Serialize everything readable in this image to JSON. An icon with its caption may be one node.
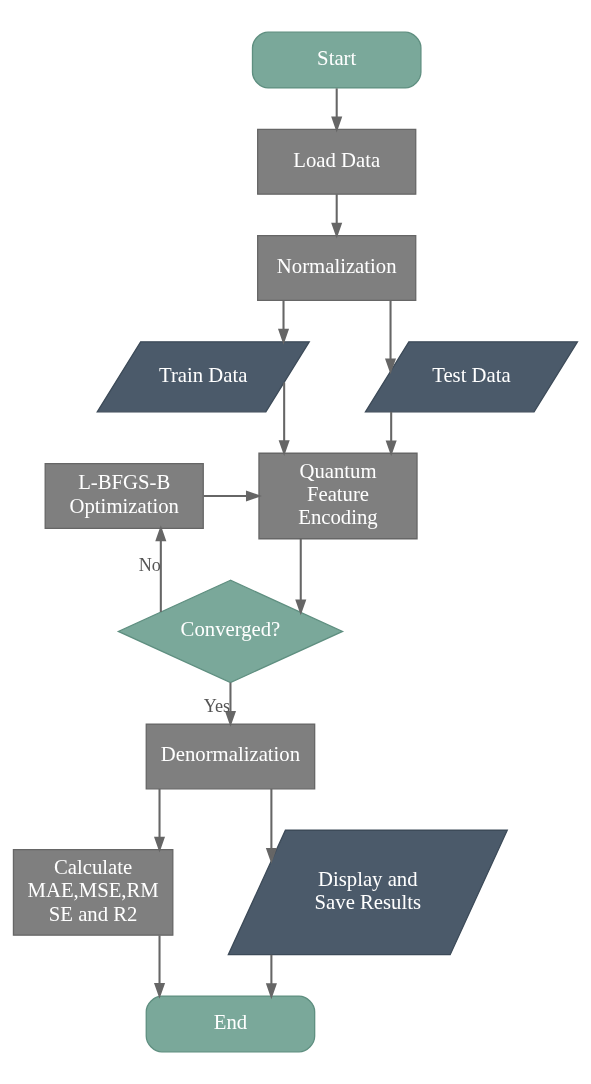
{
  "diagram": {
    "nodes": [
      {
        "text": [
          "Start"
        ]
      },
      {
        "text": [
          "Load Data"
        ]
      },
      {
        "text": [
          "Normalization"
        ]
      },
      {
        "text": [
          "Train Data"
        ]
      },
      {
        "text": [
          "Test Data"
        ]
      },
      {
        "text": [
          "L-BFGS-B Optimization"
        ]
      },
      {
        "text": [
          "Quantum Feature Encoding"
        ]
      },
      {
        "text": [
          "Converged?"
        ]
      },
      {
        "text": [
          "Denormalization"
        ]
      },
      {
        "text": [
          "Calculate MAE,MSE,RM SE and R2"
        ]
      },
      {
        "text": [
          "Display and Save Results"
        ]
      },
      {
        "text": [
          "End"
        ]
      }
    ],
    "edges": [
      {
        "from": 0,
        "to": 1,
        "arrow": "to"
      },
      {
        "from": 1,
        "to": 2,
        "arrow": "to"
      },
      {
        "from": 2,
        "to": 3,
        "arrow": "to"
      },
      {
        "from": 2,
        "to": 4,
        "arrow": "to"
      },
      {
        "from": 3,
        "to": 6,
        "arrow": "to"
      },
      {
        "from": 4,
        "to": 6,
        "arrow": "to"
      },
      {
        "from": 5,
        "to": 6,
        "arrow": "to"
      },
      {
        "from": 6,
        "to": 7,
        "arrow": "to"
      },
      {
        "from": 7,
        "to": 5,
        "label": "No",
        "arrow": "to"
      },
      {
        "from": 7,
        "to": 8,
        "label": "Yes",
        "arrow": "to"
      },
      {
        "from": 8,
        "to": 9,
        "arrow": "to"
      },
      {
        "from": 8,
        "to": 10,
        "arrow": "to"
      },
      {
        "from": 9,
        "to": 11,
        "arrow": "to"
      },
      {
        "from": 10,
        "to": 11,
        "arrow": "to"
      }
    ]
  }
}
